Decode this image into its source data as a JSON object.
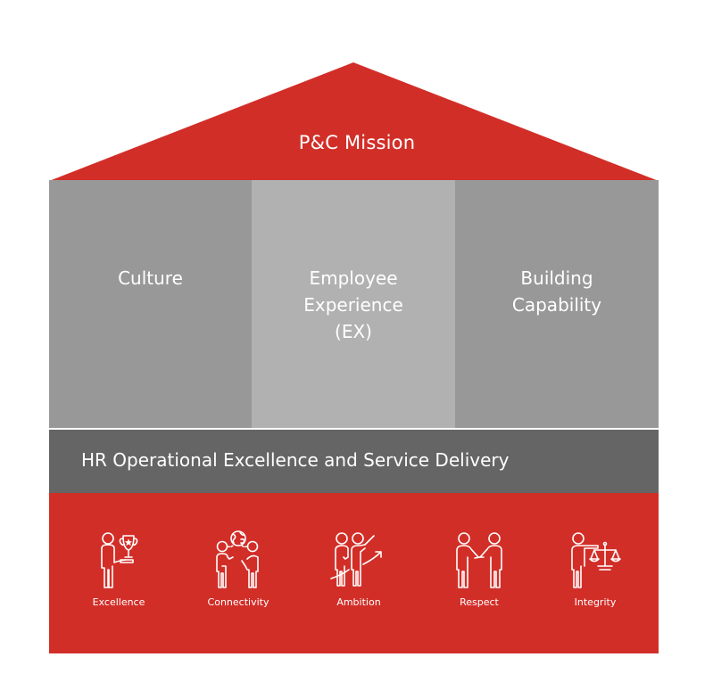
{
  "colors": {
    "red": "#d22e28",
    "column_dark": "#989898",
    "column_light": "#b1b1b1",
    "band": "#656565",
    "text": "#ffffff"
  },
  "roof": {
    "title": "P&C Mission"
  },
  "pillars": [
    {
      "label": "Culture"
    },
    {
      "label": "Employee\nExperience\n(EX)"
    },
    {
      "label": "Building\nCapability"
    }
  ],
  "foundation": {
    "label": "HR Operational Excellence and Service Delivery"
  },
  "values": [
    {
      "label": "Excellence",
      "icon": "person-trophy-icon"
    },
    {
      "label": "Connectivity",
      "icon": "people-globe-icon"
    },
    {
      "label": "Ambition",
      "icon": "people-arrow-icon"
    },
    {
      "label": "Respect",
      "icon": "handshake-icon"
    },
    {
      "label": "Integrity",
      "icon": "person-scales-icon"
    }
  ]
}
